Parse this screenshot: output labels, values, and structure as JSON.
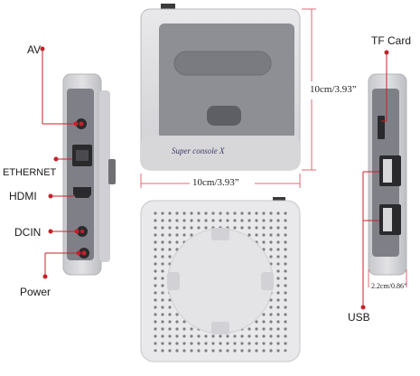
{
  "labels": {
    "av": "AV",
    "ethernet": "ETHERNET",
    "hdmi": "HDMI",
    "dcin": "DCIN",
    "power": "Power",
    "tf_card": "TF Card",
    "usb": "USB"
  },
  "dimensions": {
    "height": "10cm/3.93”",
    "width": "10cm/3.93”",
    "depth": "2.2cm/0.86”"
  },
  "branding": {
    "product_name": "Super console X"
  },
  "colors": {
    "accent_red": "#c8202a",
    "body_light": "#dcdcde",
    "panel_dark": "#8e8f95",
    "dimension_line": "#e06a7a"
  }
}
